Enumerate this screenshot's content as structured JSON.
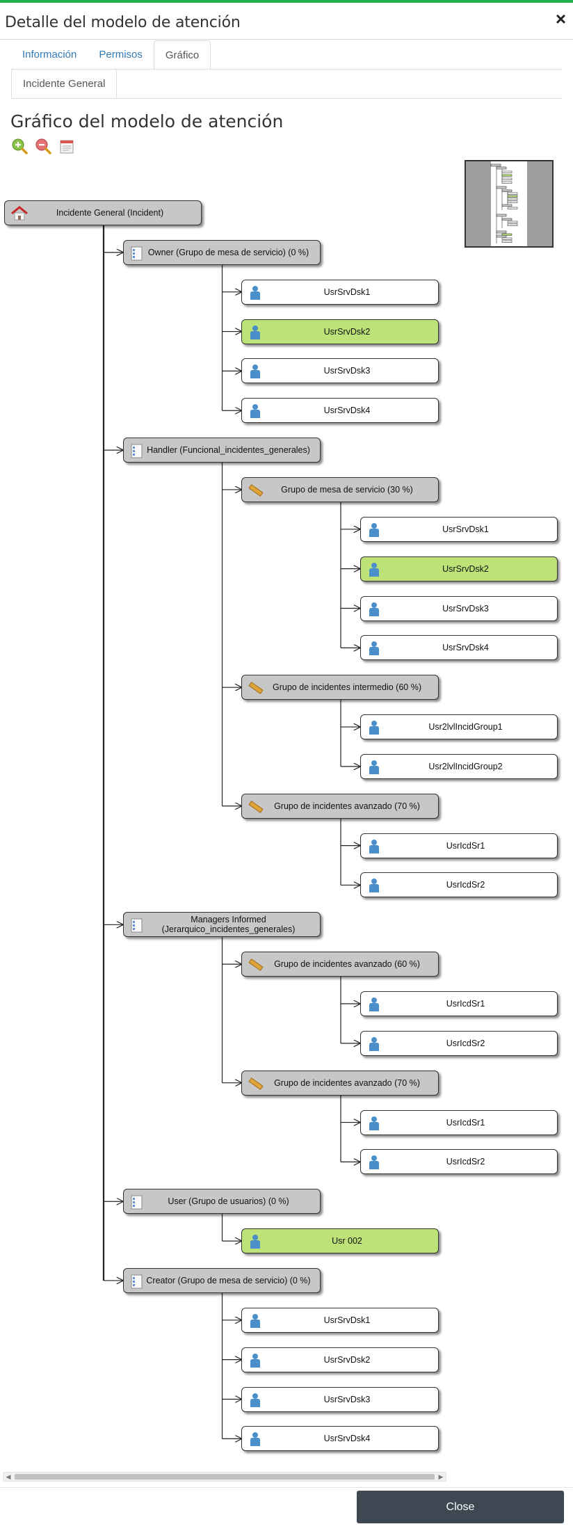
{
  "modal": {
    "title": "Detalle del modelo de atención",
    "close_icon": "×"
  },
  "tabs": [
    {
      "label": "Información",
      "active": false
    },
    {
      "label": "Permisos",
      "active": false
    },
    {
      "label": "Gráfico",
      "active": true
    }
  ],
  "subtabs": [
    {
      "label": "Incidente General",
      "active": true
    }
  ],
  "graph": {
    "title": "Gráfico del modelo de atención",
    "toolbar": [
      "zoom-in-icon",
      "zoom-out-icon",
      "print-icon"
    ]
  },
  "colors": {
    "top_bar": "#23b14d",
    "node_gray": "#c7c7c7",
    "node_highlight": "#bde277",
    "link": "#337ab7",
    "close_button": "#3d4852"
  },
  "tree": [
    {
      "label": "Incidente General (Incident)",
      "type": "root",
      "icon": "house-icon",
      "highlight": false,
      "children": [
        {
          "label": "Owner (Grupo de mesa de servicio) (0 %)",
          "type": "role",
          "icon": "role-icon",
          "highlight": false,
          "children": [
            {
              "label": "UsrSrvDsk1",
              "type": "user",
              "icon": "user-icon",
              "highlight": false
            },
            {
              "label": "UsrSrvDsk2",
              "type": "user",
              "icon": "user-icon",
              "highlight": true
            },
            {
              "label": "UsrSrvDsk3",
              "type": "user",
              "icon": "user-icon",
              "highlight": false
            },
            {
              "label": "UsrSrvDsk4",
              "type": "user",
              "icon": "user-icon",
              "highlight": false
            }
          ]
        },
        {
          "label": "Handler (Funcional_incidentes_generales)",
          "type": "role",
          "icon": "role-icon",
          "highlight": false,
          "children": [
            {
              "label": "Grupo de mesa de servicio (30 %)",
              "type": "group",
              "icon": "ruler-icon",
              "highlight": false,
              "children": [
                {
                  "label": "UsrSrvDsk1",
                  "type": "user",
                  "icon": "user-icon",
                  "highlight": false
                },
                {
                  "label": "UsrSrvDsk2",
                  "type": "user",
                  "icon": "user-icon",
                  "highlight": true
                },
                {
                  "label": "UsrSrvDsk3",
                  "type": "user",
                  "icon": "user-icon",
                  "highlight": false
                },
                {
                  "label": "UsrSrvDsk4",
                  "type": "user",
                  "icon": "user-icon",
                  "highlight": false
                }
              ]
            },
            {
              "label": "Grupo de incidentes intermedio (60 %)",
              "type": "group",
              "icon": "ruler-icon",
              "highlight": false,
              "children": [
                {
                  "label": "Usr2lvlIncidGroup1",
                  "type": "user",
                  "icon": "user-icon",
                  "highlight": false
                },
                {
                  "label": "Usr2lvlIncidGroup2",
                  "type": "user",
                  "icon": "user-icon",
                  "highlight": false
                }
              ]
            },
            {
              "label": "Grupo de incidentes avanzado (70 %)",
              "type": "group",
              "icon": "ruler-icon",
              "highlight": false,
              "children": [
                {
                  "label": "UsrIcdSr1",
                  "type": "user",
                  "icon": "user-icon",
                  "highlight": false
                },
                {
                  "label": "UsrIcdSr2",
                  "type": "user",
                  "icon": "user-icon",
                  "highlight": false
                }
              ]
            }
          ]
        },
        {
          "label": "Managers Informed\n(Jerarquico_incidentes_generales)",
          "type": "role",
          "icon": "role-icon",
          "highlight": false,
          "children": [
            {
              "label": "Grupo de incidentes avanzado (60 %)",
              "type": "group",
              "icon": "ruler-icon",
              "highlight": false,
              "children": [
                {
                  "label": "UsrIcdSr1",
                  "type": "user",
                  "icon": "user-icon",
                  "highlight": false
                },
                {
                  "label": "UsrIcdSr2",
                  "type": "user",
                  "icon": "user-icon",
                  "highlight": false
                }
              ]
            },
            {
              "label": "Grupo de incidentes avanzado (70 %)",
              "type": "group",
              "icon": "ruler-icon",
              "highlight": false,
              "children": [
                {
                  "label": "UsrIcdSr1",
                  "type": "user",
                  "icon": "user-icon",
                  "highlight": false
                },
                {
                  "label": "UsrIcdSr2",
                  "type": "user",
                  "icon": "user-icon",
                  "highlight": false
                }
              ]
            }
          ]
        },
        {
          "label": "User (Grupo de usuarios) (0 %)",
          "type": "role",
          "icon": "role-icon",
          "highlight": false,
          "children": [
            {
              "label": "Usr 002",
              "type": "user",
              "icon": "user-icon",
              "highlight": true
            }
          ]
        },
        {
          "label": "Creator (Grupo de mesa de servicio) (0 %)",
          "type": "role",
          "icon": "role-icon",
          "highlight": false,
          "children": [
            {
              "label": "UsrSrvDsk1",
              "type": "user",
              "icon": "user-icon",
              "highlight": false
            },
            {
              "label": "UsrSrvDsk2",
              "type": "user",
              "icon": "user-icon",
              "highlight": false
            },
            {
              "label": "UsrSrvDsk3",
              "type": "user",
              "icon": "user-icon",
              "highlight": false
            },
            {
              "label": "UsrSrvDsk4",
              "type": "user",
              "icon": "user-icon",
              "highlight": false
            }
          ]
        }
      ]
    }
  ],
  "footer": {
    "close_label": "Close"
  }
}
